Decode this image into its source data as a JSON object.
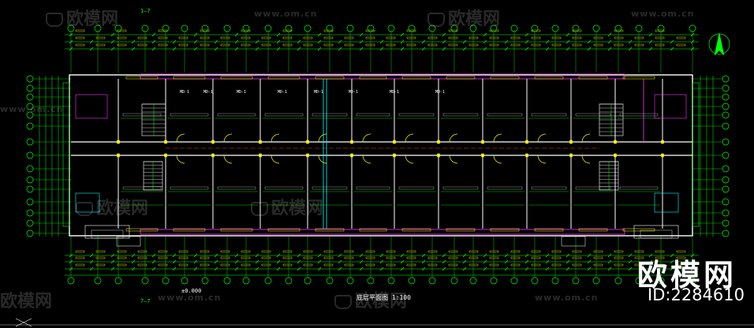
{
  "watermarks": {
    "brand_cn": "欧模网",
    "url": "www.om.cn"
  },
  "logo": {
    "text": "欧模网",
    "id_text": "ID:2284610"
  },
  "labels": {
    "section_top": "1—7",
    "section_bottom": "7—7",
    "elevation": "±0.000",
    "title": "底层平面图 1:100",
    "rooms": [
      "MD-1",
      "MD-1",
      "MD-1",
      "MD-1",
      "MD-1",
      "MD-1",
      "MD-1",
      "MD-1"
    ]
  },
  "colors": {
    "background": "#000000",
    "dim": "#00ff00",
    "wall": "#ffffff",
    "pink": "#ff33ff",
    "yellow": "#ffff00",
    "red": "#ff3333",
    "cyan": "#00ffff"
  }
}
